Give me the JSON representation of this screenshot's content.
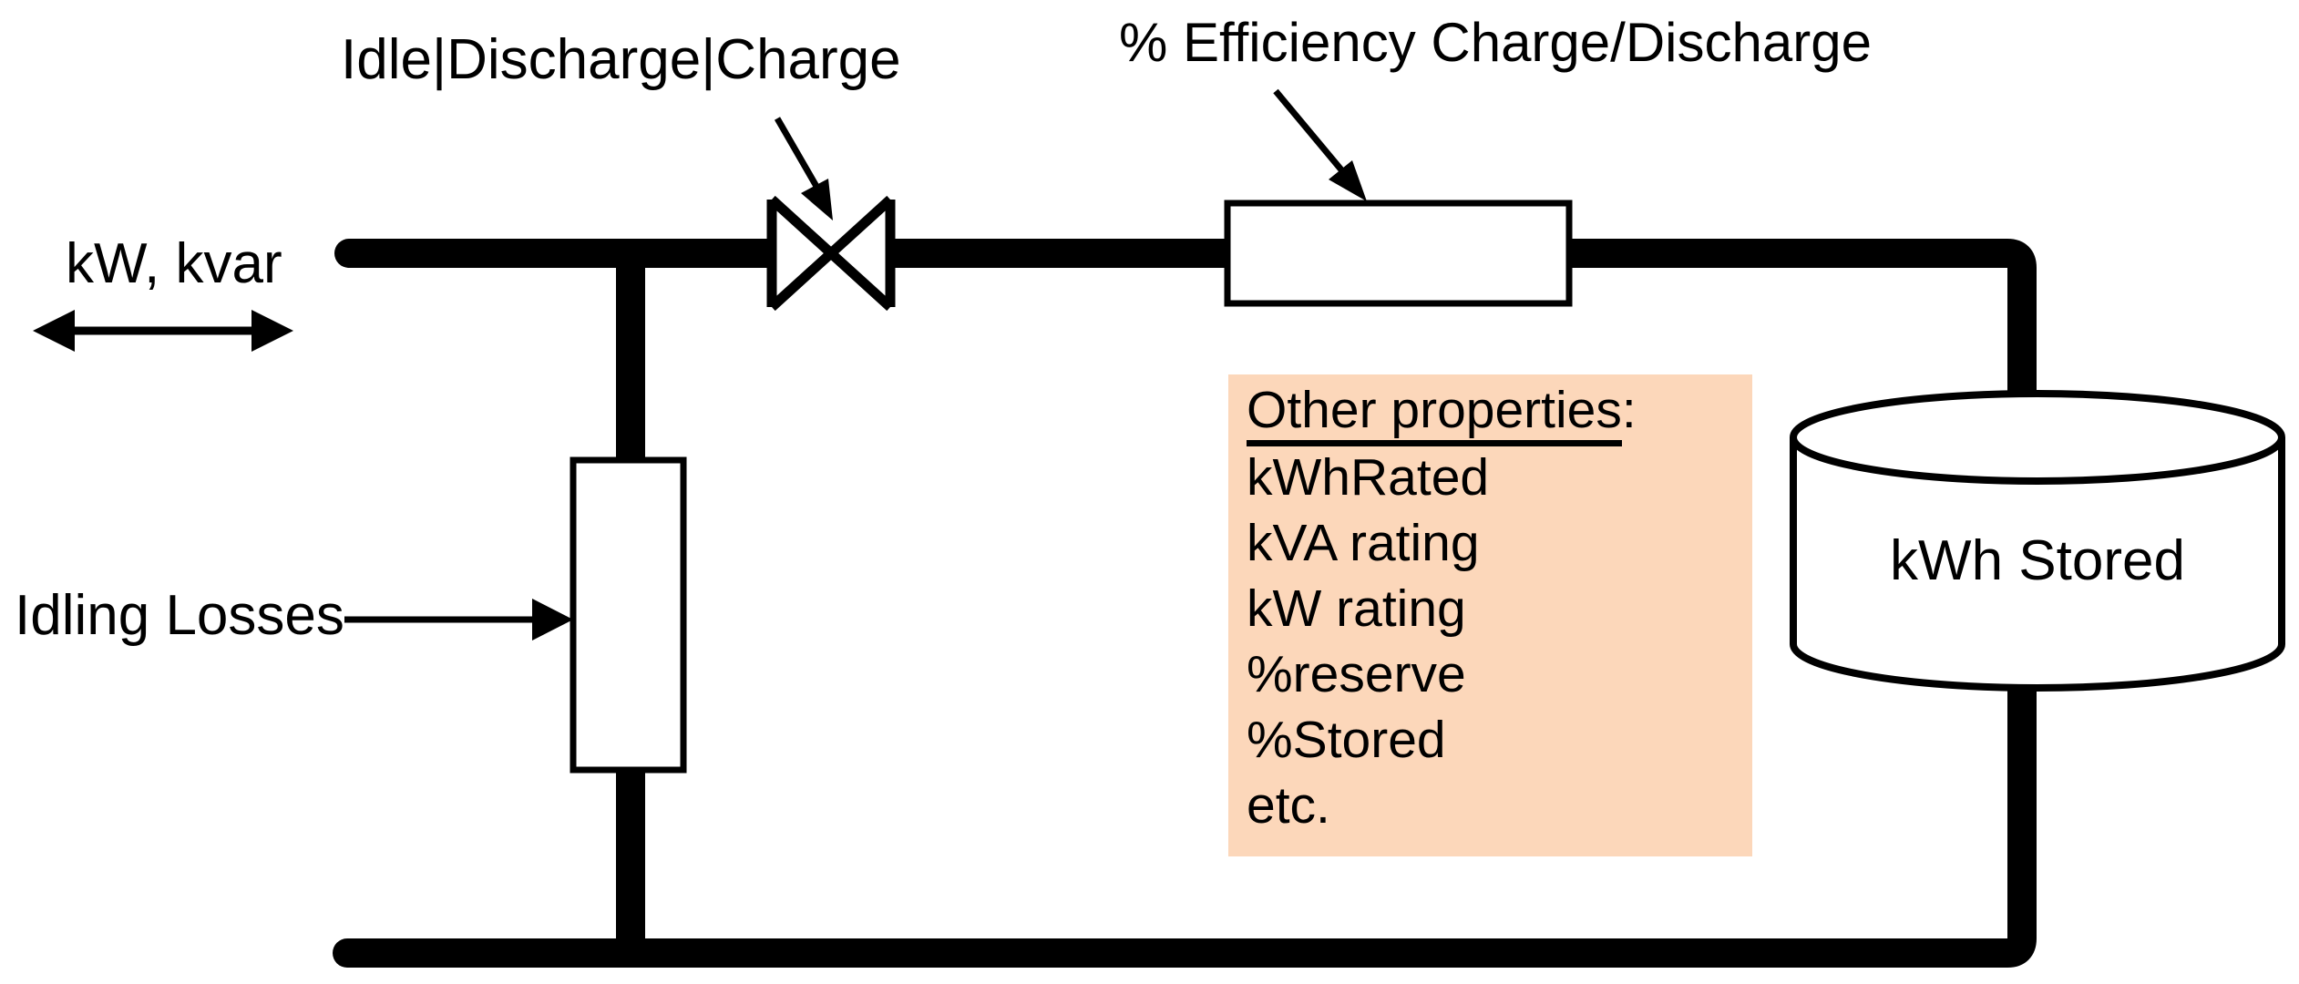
{
  "diagram": {
    "title_hint": "Storage element model schematic",
    "labels": {
      "mode": "Idle|Discharge|Charge",
      "efficiency": "% Efficiency Charge/Discharge",
      "power": "kW, kvar",
      "idling": "Idling Losses",
      "stored": "kWh Stored"
    },
    "properties_box": {
      "heading": "Other properties",
      "heading_suffix": ":",
      "items": [
        "kWhRated",
        "kVA rating",
        "kW rating",
        "%reserve",
        "%Stored",
        "etc."
      ]
    },
    "colors": {
      "line": "#000000",
      "shape_fill": "#ffffff",
      "properties_box_bg": "#fcd7ba"
    }
  }
}
